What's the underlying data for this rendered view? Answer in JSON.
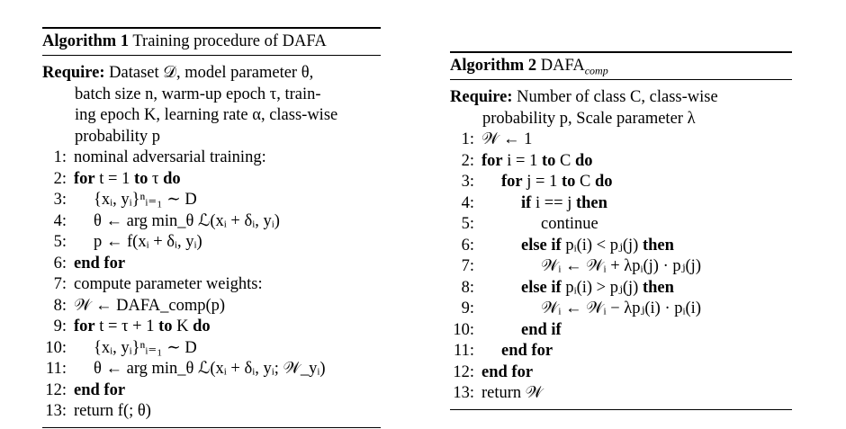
{
  "algo1": {
    "caption_label": "Algorithm 1",
    "caption_title": "Training procedure of DAFA",
    "require_kw": "Require:",
    "require_text_1": "Dataset 𝒟, model parameter θ,",
    "require_text_2": "batch size n, warm-up epoch τ, train-",
    "require_text_3": "ing epoch K, learning rate α, class-wise",
    "require_text_4": "probability p",
    "lines": [
      {
        "num": "1:",
        "text": "nominal adversarial training:"
      },
      {
        "num": "2:",
        "text": "for t = 1 to τ do"
      },
      {
        "num": "3:",
        "text": "{xᵢ, yᵢ}ⁿᵢ₌₁ ∼ D"
      },
      {
        "num": "4:",
        "text": "θ ← arg min_θ ℒ(xᵢ + δᵢ, yᵢ)"
      },
      {
        "num": "5:",
        "text": "p ← f(xᵢ + δᵢ, yᵢ)"
      },
      {
        "num": "6:",
        "text": "end for"
      },
      {
        "num": "7:",
        "text": "compute parameter weights:"
      },
      {
        "num": "8:",
        "text": "𝒲 ← DAFA_comp(p)"
      },
      {
        "num": "9:",
        "text": "for t = τ + 1 to K do"
      },
      {
        "num": "10:",
        "text": "{xᵢ, yᵢ}ⁿᵢ₌₁ ∼ D"
      },
      {
        "num": "11:",
        "text": "θ ← arg min_θ ℒ(xᵢ + δᵢ, yᵢ; 𝒲_yᵢ)"
      },
      {
        "num": "12:",
        "text": "end for"
      },
      {
        "num": "13:",
        "text": "return f(; θ)"
      }
    ]
  },
  "algo2": {
    "caption_label": "Algorithm 2",
    "caption_title": "DAFA",
    "caption_sub": "comp",
    "require_kw": "Require:",
    "require_text_1": "Number of class C, class-wise",
    "require_text_2": "probability p, Scale parameter λ",
    "lines": [
      {
        "num": "1:",
        "text": "𝒲 ← 1"
      },
      {
        "num": "2:",
        "text": "for i = 1 to C do"
      },
      {
        "num": "3:",
        "text": "for j = 1 to C do"
      },
      {
        "num": "4:",
        "text": "if i == j then"
      },
      {
        "num": "5:",
        "text": "continue"
      },
      {
        "num": "6:",
        "text": "else if pᵢ(i) < pⱼ(j) then"
      },
      {
        "num": "7:",
        "text": "𝒲ᵢ ← 𝒲ᵢ + λpᵢ(j) · pⱼ(j)"
      },
      {
        "num": "8:",
        "text": "else if pᵢ(i) > pⱼ(j) then"
      },
      {
        "num": "9:",
        "text": "𝒲ᵢ ← 𝒲ᵢ − λpⱼ(i) · pᵢ(i)"
      },
      {
        "num": "10:",
        "text": "end if"
      },
      {
        "num": "11:",
        "text": "end for"
      },
      {
        "num": "12:",
        "text": "end for"
      },
      {
        "num": "13:",
        "text": "return 𝒲"
      }
    ]
  }
}
